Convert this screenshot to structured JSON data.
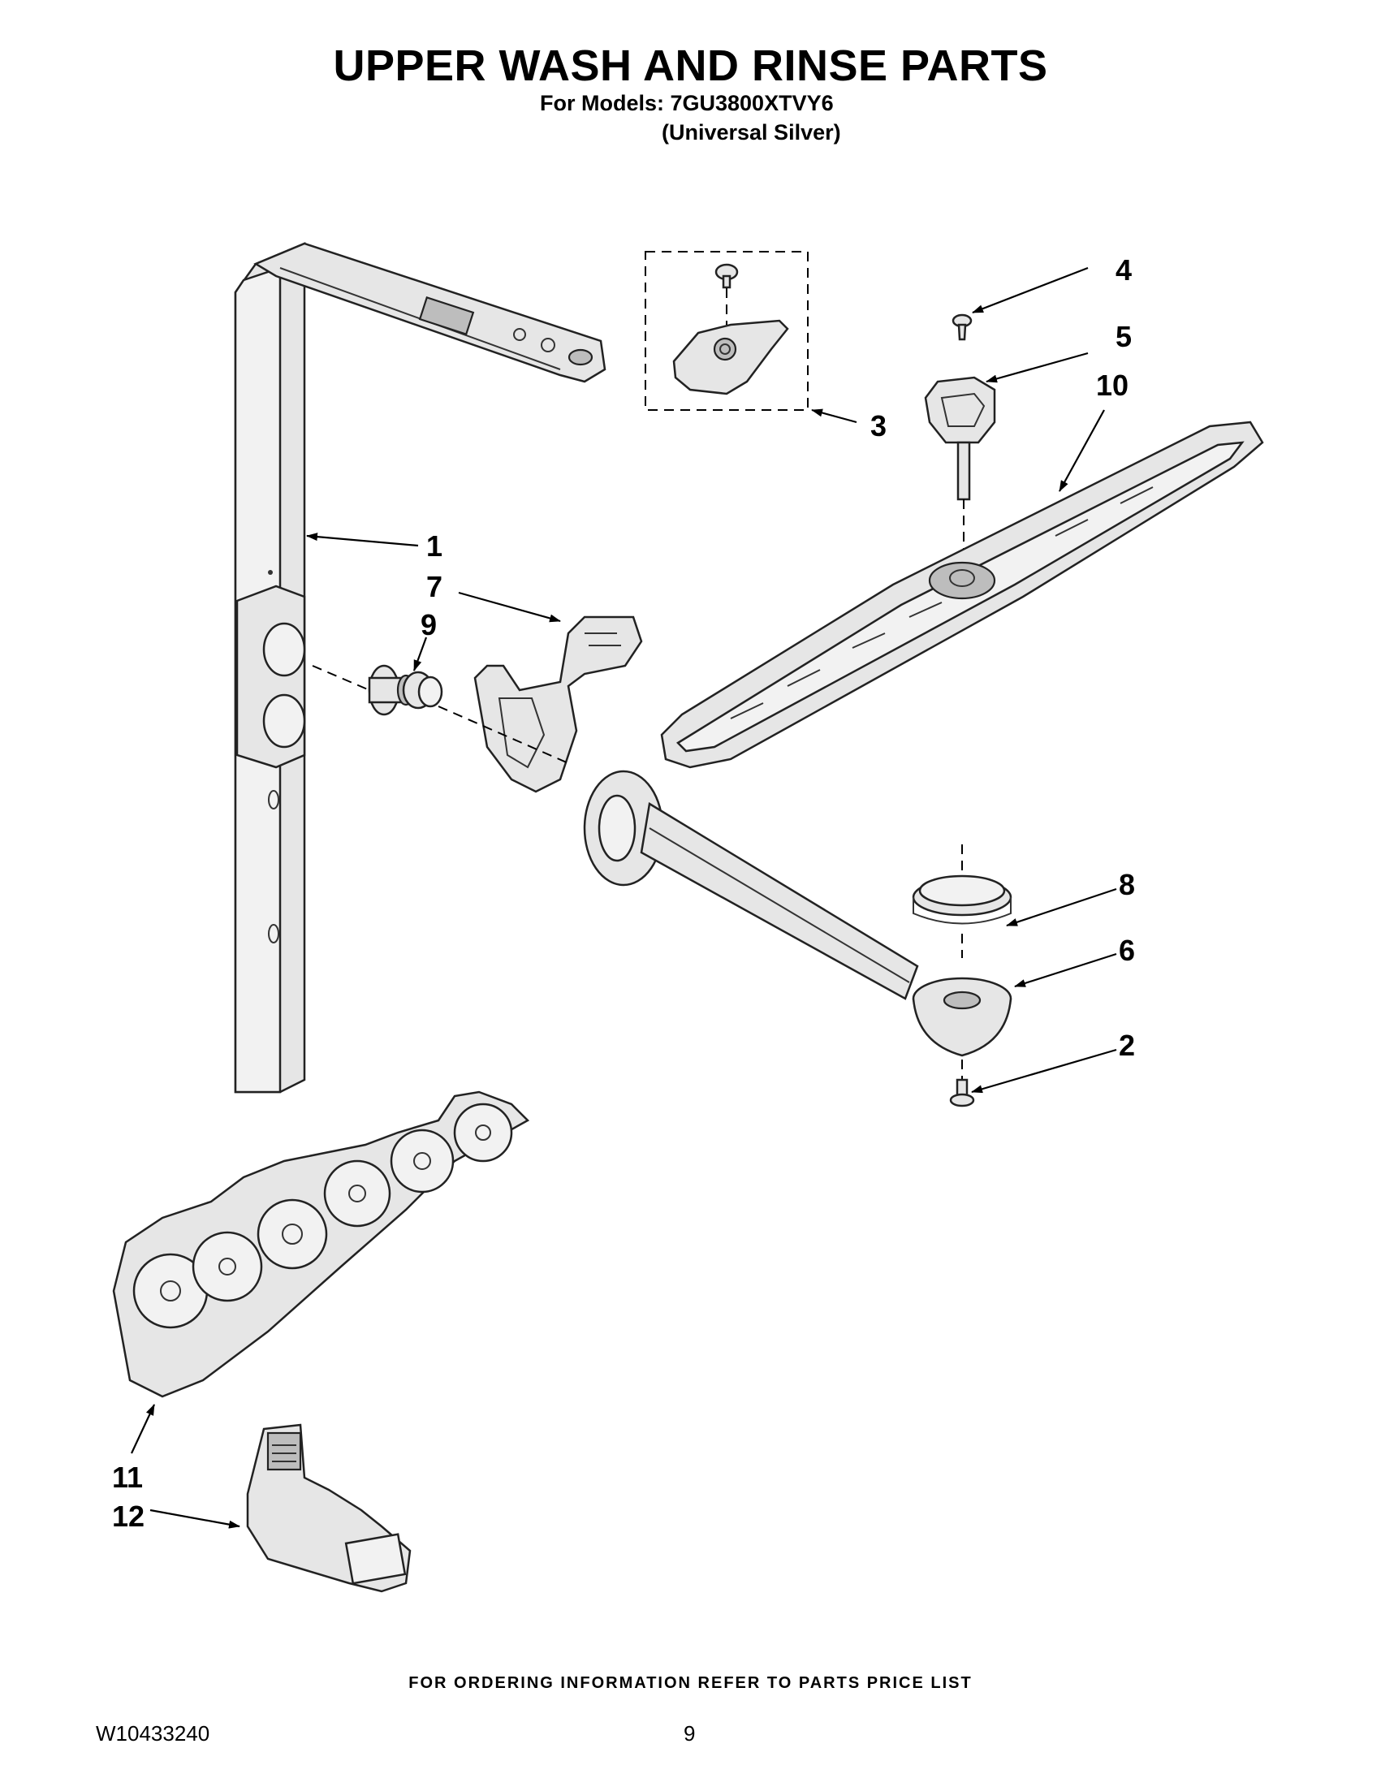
{
  "page": {
    "title": "UPPER WASH AND RINSE PARTS",
    "models_line": "For Models: 7GU3800XTVY6",
    "variant_line": "(Universal Silver)",
    "ordering_note": "FOR ORDERING INFORMATION REFER TO PARTS PRICE LIST",
    "document_number": "W10433240",
    "page_number": "9"
  },
  "callouts": {
    "c1": "1",
    "c2": "2",
    "c3": "3",
    "c4": "4",
    "c5": "5",
    "c6": "6",
    "c7": "7",
    "c8": "8",
    "c9": "9",
    "c10": "10",
    "c11": "11",
    "c12": "12"
  }
}
